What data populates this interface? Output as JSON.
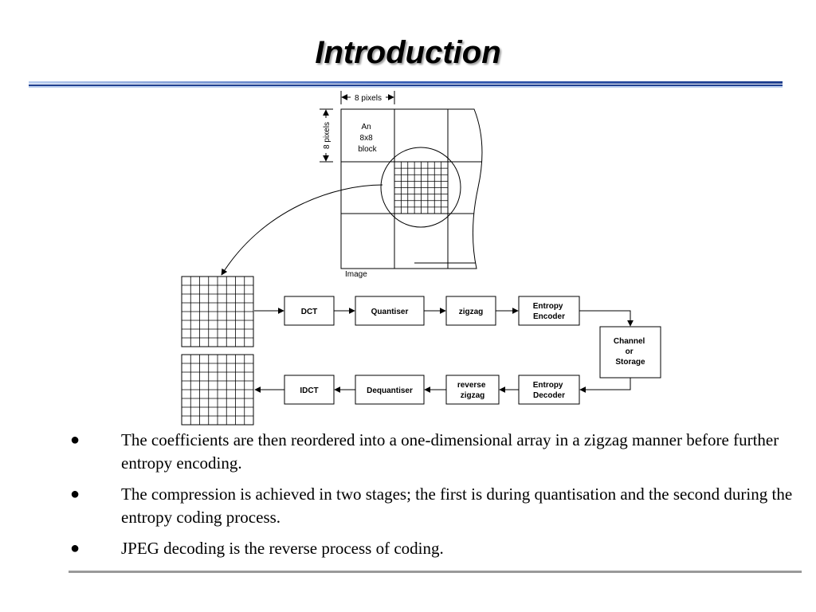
{
  "slide": {
    "title": "Introduction"
  },
  "diagram": {
    "image_label": "Image",
    "dim_horizontal": "8 pixels",
    "dim_vertical": "8 pixels",
    "block_label": [
      "An",
      "8x8",
      "block"
    ],
    "encoder_chain": [
      {
        "id": "dct",
        "lines": [
          "DCT"
        ]
      },
      {
        "id": "quantiser",
        "lines": [
          "Quantiser"
        ]
      },
      {
        "id": "zigzag",
        "lines": [
          "zigzag"
        ]
      },
      {
        "id": "entropy-encoder",
        "lines": [
          "Entropy",
          "Encoder"
        ]
      }
    ],
    "channel": {
      "id": "channel-storage",
      "lines": [
        "Channel",
        "or",
        "Storage"
      ]
    },
    "decoder_chain": [
      {
        "id": "entropy-decoder",
        "lines": [
          "Entropy",
          "Decoder"
        ]
      },
      {
        "id": "reverse-zigzag",
        "lines": [
          "reverse",
          "zigzag"
        ]
      },
      {
        "id": "dequantiser",
        "lines": [
          "Dequantiser"
        ]
      },
      {
        "id": "idct",
        "lines": [
          "IDCT"
        ]
      }
    ]
  },
  "bullets": [
    {
      "symbol": "●",
      "text": "The coefficients are then reordered into a one-dimensional array in a zigzag manner before further entropy encoding."
    },
    {
      "symbol": "●",
      "text": "The compression is achieved in two stages; the first is during quantisation and the second during the entropy coding process."
    },
    {
      "symbol": "●",
      "text": "JPEG decoding is the reverse process of coding."
    }
  ],
  "colors": {
    "title_rule_dark": "#1f3f8f",
    "title_rule_light": "#8eaedd",
    "bottom_rule": "#9a9a9a"
  }
}
